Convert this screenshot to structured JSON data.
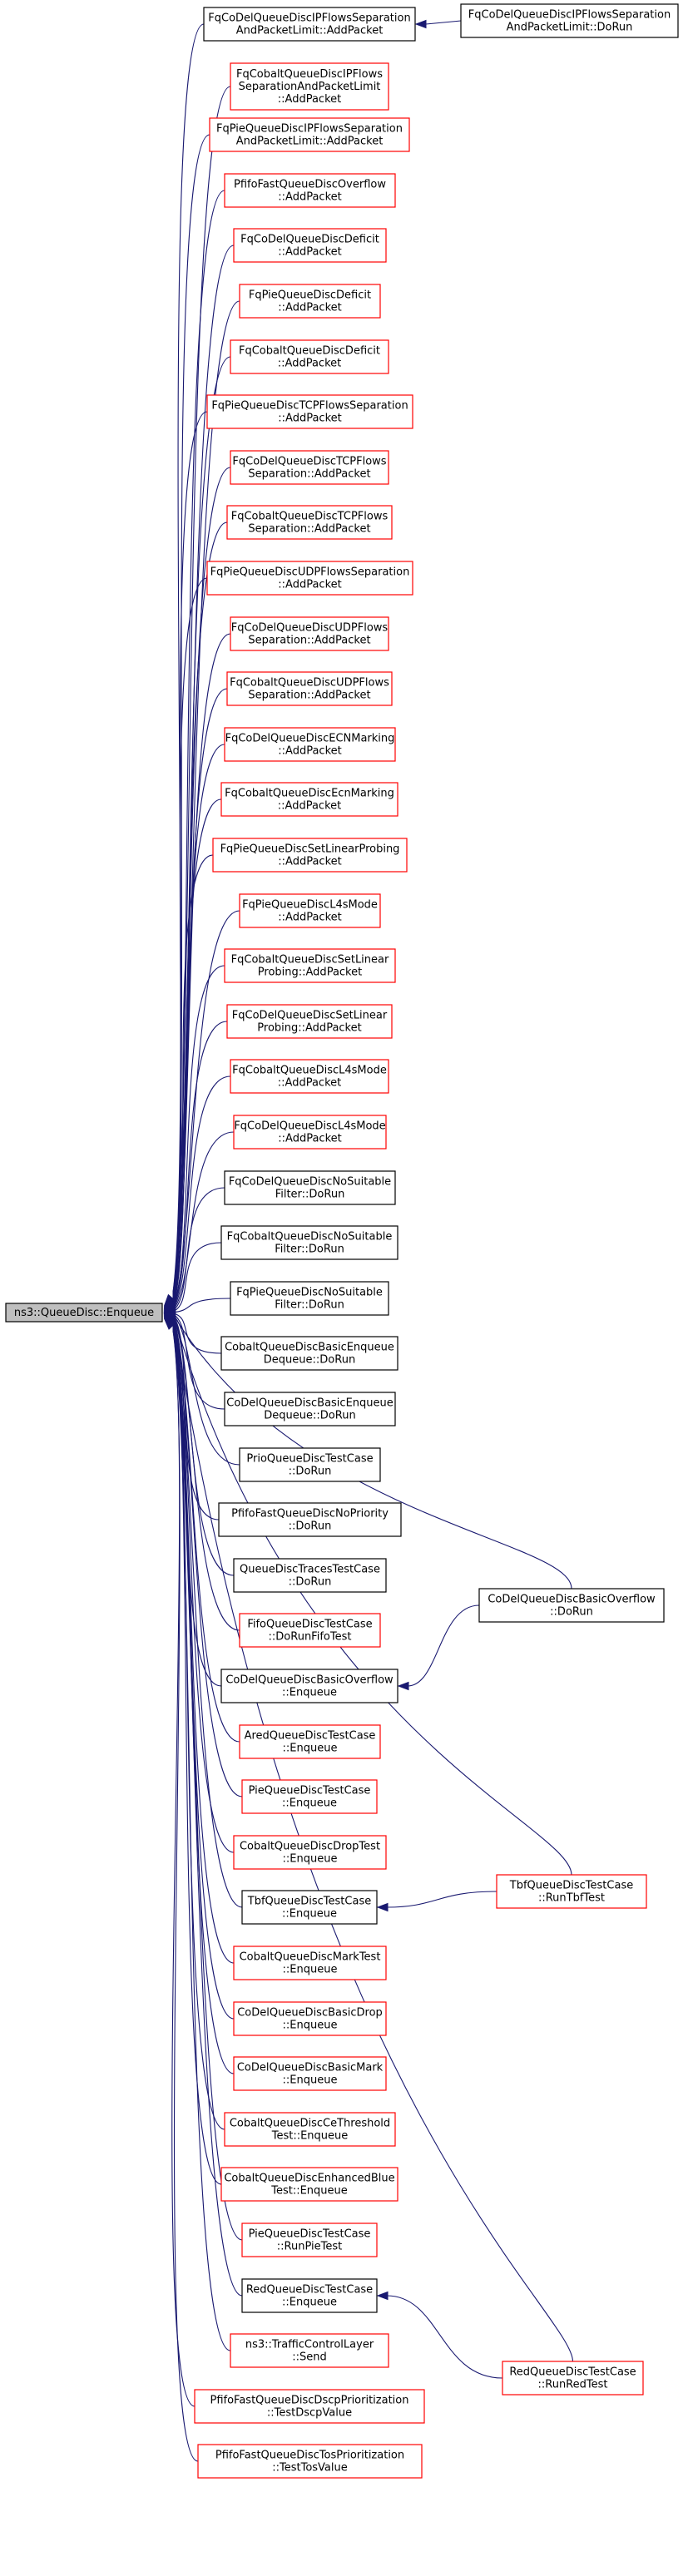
{
  "graph": {
    "root": {
      "id": "root",
      "lines": [
        "ns3::QueueDisc::Enqueue"
      ]
    },
    "colors": {
      "edge": "#191970",
      "documented": "#000000",
      "undocumented": "#ff0000",
      "root_fill": "#bfbfbf"
    },
    "callers": [
      {
        "id": "n0",
        "lines": [
          "FqCoDelQueueDiscIPFlowsSeparation",
          "AndPacketLimit::AddPacket"
        ],
        "border": "black"
      },
      {
        "id": "n1",
        "lines": [
          "FqCobaltQueueDiscIPFlows",
          "SeparationAndPacketLimit",
          "::AddPacket"
        ],
        "border": "red"
      },
      {
        "id": "n2",
        "lines": [
          "FqPieQueueDiscIPFlowsSeparation",
          "AndPacketLimit::AddPacket"
        ],
        "border": "red"
      },
      {
        "id": "n3",
        "lines": [
          "PfifoFastQueueDiscOverflow",
          "::AddPacket"
        ],
        "border": "red"
      },
      {
        "id": "n4",
        "lines": [
          "FqCoDelQueueDiscDeficit",
          "::AddPacket"
        ],
        "border": "red"
      },
      {
        "id": "n5",
        "lines": [
          "FqPieQueueDiscDeficit",
          "::AddPacket"
        ],
        "border": "red"
      },
      {
        "id": "n6",
        "lines": [
          "FqCobaltQueueDiscDeficit",
          "::AddPacket"
        ],
        "border": "red"
      },
      {
        "id": "n7",
        "lines": [
          "FqPieQueueDiscTCPFlowsSeparation",
          "::AddPacket"
        ],
        "border": "red"
      },
      {
        "id": "n8",
        "lines": [
          "FqCoDelQueueDiscTCPFlows",
          "Separation::AddPacket"
        ],
        "border": "red"
      },
      {
        "id": "n9",
        "lines": [
          "FqCobaltQueueDiscTCPFlows",
          "Separation::AddPacket"
        ],
        "border": "red"
      },
      {
        "id": "n10",
        "lines": [
          "FqPieQueueDiscUDPFlowsSeparation",
          "::AddPacket"
        ],
        "border": "red"
      },
      {
        "id": "n11",
        "lines": [
          "FqCoDelQueueDiscUDPFlows",
          "Separation::AddPacket"
        ],
        "border": "red"
      },
      {
        "id": "n12",
        "lines": [
          "FqCobaltQueueDiscUDPFlows",
          "Separation::AddPacket"
        ],
        "border": "red"
      },
      {
        "id": "n13",
        "lines": [
          "FqCoDelQueueDiscECNMarking",
          "::AddPacket"
        ],
        "border": "red"
      },
      {
        "id": "n14",
        "lines": [
          "FqCobaltQueueDiscEcnMarking",
          "::AddPacket"
        ],
        "border": "red"
      },
      {
        "id": "n15",
        "lines": [
          "FqPieQueueDiscSetLinearProbing",
          "::AddPacket"
        ],
        "border": "red"
      },
      {
        "id": "n16",
        "lines": [
          "FqPieQueueDiscL4sMode",
          "::AddPacket"
        ],
        "border": "red"
      },
      {
        "id": "n17",
        "lines": [
          "FqCobaltQueueDiscSetLinear",
          "Probing::AddPacket"
        ],
        "border": "red"
      },
      {
        "id": "n18",
        "lines": [
          "FqCoDelQueueDiscSetLinear",
          "Probing::AddPacket"
        ],
        "border": "red"
      },
      {
        "id": "n19",
        "lines": [
          "FqCobaltQueueDiscL4sMode",
          "::AddPacket"
        ],
        "border": "red"
      },
      {
        "id": "n20",
        "lines": [
          "FqCoDelQueueDiscL4sMode",
          "::AddPacket"
        ],
        "border": "red"
      },
      {
        "id": "n21",
        "lines": [
          "FqCoDelQueueDiscNoSuitable",
          "Filter::DoRun"
        ],
        "border": "black"
      },
      {
        "id": "n22",
        "lines": [
          "FqCobaltQueueDiscNoSuitable",
          "Filter::DoRun"
        ],
        "border": "black"
      },
      {
        "id": "n23",
        "lines": [
          "FqPieQueueDiscNoSuitable",
          "Filter::DoRun"
        ],
        "border": "black"
      },
      {
        "id": "n24",
        "lines": [
          "CobaltQueueDiscBasicEnqueue",
          "Dequeue::DoRun"
        ],
        "border": "black"
      },
      {
        "id": "n25",
        "lines": [
          "CoDelQueueDiscBasicEnqueue",
          "Dequeue::DoRun"
        ],
        "border": "black"
      },
      {
        "id": "n26",
        "lines": [
          "PrioQueueDiscTestCase",
          "::DoRun"
        ],
        "border": "black"
      },
      {
        "id": "n27",
        "lines": [
          "PfifoFastQueueDiscNoPriority",
          "::DoRun"
        ],
        "border": "black"
      },
      {
        "id": "n28",
        "lines": [
          "QueueDiscTracesTestCase",
          "::DoRun"
        ],
        "border": "black"
      },
      {
        "id": "n29",
        "lines": [
          "FifoQueueDiscTestCase",
          "::DoRunFifoTest"
        ],
        "border": "red"
      },
      {
        "id": "n30",
        "lines": [
          "CoDelQueueDiscBasicOverflow",
          "::Enqueue"
        ],
        "border": "black"
      },
      {
        "id": "n31",
        "lines": [
          "AredQueueDiscTestCase",
          "::Enqueue"
        ],
        "border": "red"
      },
      {
        "id": "n32",
        "lines": [
          "PieQueueDiscTestCase",
          "::Enqueue"
        ],
        "border": "red"
      },
      {
        "id": "n33",
        "lines": [
          "CobaltQueueDiscDropTest",
          "::Enqueue"
        ],
        "border": "red"
      },
      {
        "id": "n34",
        "lines": [
          "TbfQueueDiscTestCase",
          "::Enqueue"
        ],
        "border": "black"
      },
      {
        "id": "n35",
        "lines": [
          "CobaltQueueDiscMarkTest",
          "::Enqueue"
        ],
        "border": "red"
      },
      {
        "id": "n36",
        "lines": [
          "CoDelQueueDiscBasicDrop",
          "::Enqueue"
        ],
        "border": "red"
      },
      {
        "id": "n37",
        "lines": [
          "CoDelQueueDiscBasicMark",
          "::Enqueue"
        ],
        "border": "red"
      },
      {
        "id": "n38",
        "lines": [
          "CobaltQueueDiscCeThreshold",
          "Test::Enqueue"
        ],
        "border": "red"
      },
      {
        "id": "n39",
        "lines": [
          "CobaltQueueDiscEnhancedBlue",
          "Test::Enqueue"
        ],
        "border": "red"
      },
      {
        "id": "n40",
        "lines": [
          "PieQueueDiscTestCase",
          "::RunPieTest"
        ],
        "border": "red"
      },
      {
        "id": "n41",
        "lines": [
          "RedQueueDiscTestCase",
          "::Enqueue"
        ],
        "border": "black"
      },
      {
        "id": "n42",
        "lines": [
          "ns3::TrafficControlLayer",
          "::Send"
        ],
        "border": "red"
      },
      {
        "id": "n43",
        "lines": [
          "PfifoFastQueueDiscDscpPrioritization",
          "::TestDscpValue"
        ],
        "border": "red"
      },
      {
        "id": "n44",
        "lines": [
          "PfifoFastQueueDiscTosPrioritization",
          "::TestTosValue"
        ],
        "border": "red"
      }
    ],
    "second_level": [
      {
        "id": "m0",
        "lines": [
          "FqCoDelQueueDiscIPFlowsSeparation",
          "AndPacketLimit::DoRun"
        ],
        "border": "black",
        "calls": [
          "n0"
        ]
      },
      {
        "id": "m1",
        "lines": [
          "CoDelQueueDiscBasicOverflow",
          "::DoRun"
        ],
        "border": "black",
        "calls": [
          "n30"
        ],
        "also_calls_root": true
      },
      {
        "id": "m2",
        "lines": [
          "TbfQueueDiscTestCase",
          "::RunTbfTest"
        ],
        "border": "red",
        "calls": [
          "n34"
        ],
        "also_calls_root": true
      },
      {
        "id": "m3",
        "lines": [
          "RedQueueDiscTestCase",
          "::RunRedTest"
        ],
        "border": "red",
        "calls": [
          "n41"
        ],
        "also_calls_root": true
      }
    ]
  }
}
